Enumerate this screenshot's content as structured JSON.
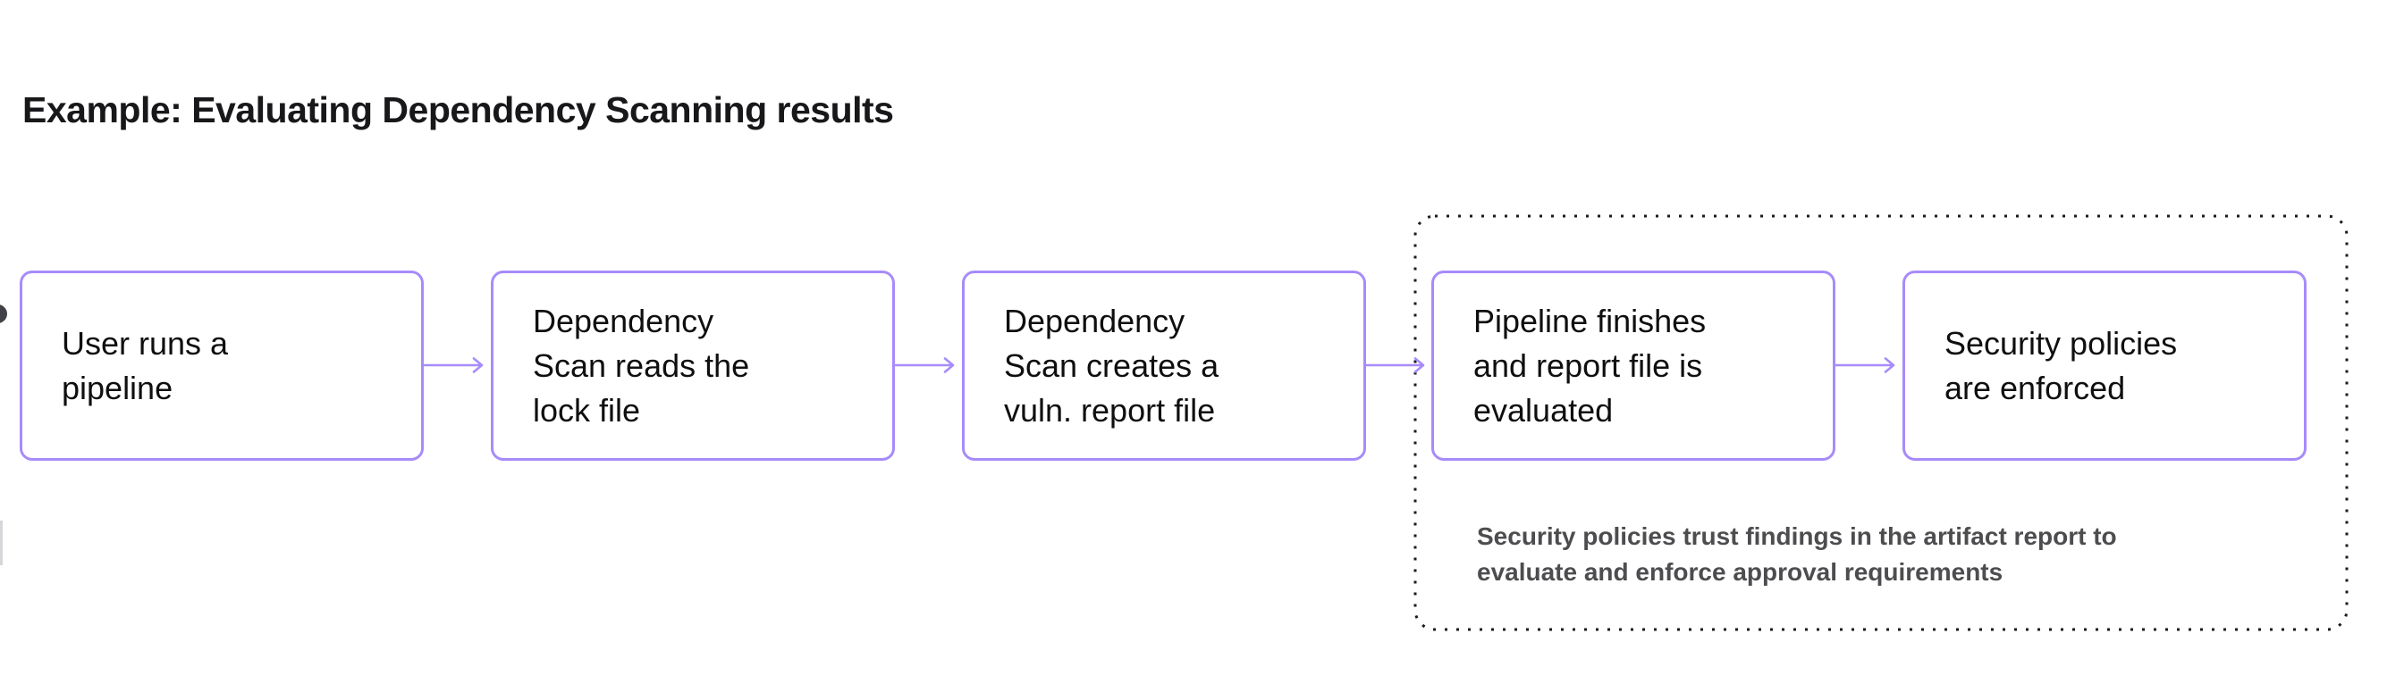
{
  "diagram": {
    "title": "Example: Evaluating Dependency Scanning results",
    "steps": [
      {
        "label": "User runs a\npipeline"
      },
      {
        "label": "Dependency\nScan reads the\nlock file"
      },
      {
        "label": "Dependency\nScan creates a\nvuln. report file"
      },
      {
        "label": "Pipeline finishes\nand report file is\nevaluated"
      },
      {
        "label": "Security policies\nare enforced"
      }
    ],
    "note": "Security policies trust findings in the artifact report to\nevaluate and enforce approval requirements",
    "colors": {
      "box_border": "#a78bfa",
      "arrow": "#a78bfa",
      "box_text": "#0f0f10",
      "title_text": "#18181b",
      "note_text": "#4d4d50",
      "dotted_border": "#1b1b1f",
      "background": "#ffffff"
    }
  }
}
